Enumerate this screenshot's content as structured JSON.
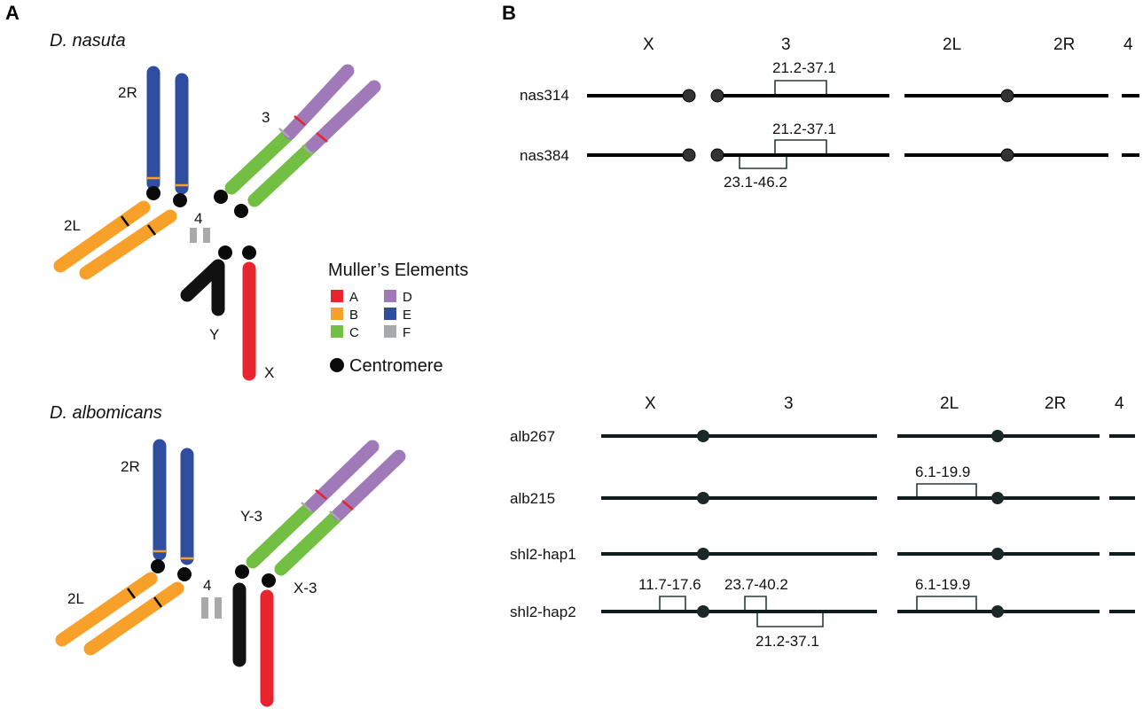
{
  "panels": {
    "a_label": "A",
    "b_label": "B"
  },
  "colors": {
    "A": "#e8252e",
    "B": "#f7a12a",
    "C": "#72bf44",
    "D": "#a07ab8",
    "E": "#2f4ea0",
    "F": "#a8a9ab",
    "Y": "#111111",
    "centromere": "#0a0a0a"
  },
  "panel_a": {
    "nasuta": {
      "species": "D. nasuta",
      "labels": {
        "arm_2R": "2R",
        "arm_2L": "2L",
        "arm_3": "3",
        "arm_4": "4",
        "arm_Y": "Y",
        "arm_X": "X"
      }
    },
    "albomicans": {
      "species": "D. albomicans",
      "labels": {
        "arm_2R": "2R",
        "arm_2L": "2L",
        "arm_Y3": "Y-3",
        "arm_4": "4",
        "arm_X3": "X-3"
      }
    },
    "legend": {
      "title": "Muller’s Elements",
      "items": [
        {
          "key": "A",
          "label": "A"
        },
        {
          "key": "B",
          "label": "B"
        },
        {
          "key": "C",
          "label": "C"
        },
        {
          "key": "D",
          "label": "D"
        },
        {
          "key": "E",
          "label": "E"
        },
        {
          "key": "F",
          "label": "F"
        }
      ],
      "centromere_label": "Centromere"
    }
  },
  "panel_b": {
    "nasuta": {
      "headers": {
        "x": "X",
        "c3": "3",
        "l2": "2L",
        "r2": "2R",
        "c4": "4"
      },
      "rows": [
        {
          "label": "nas314",
          "inversions": [
            "21.2-37.1"
          ]
        },
        {
          "label": "nas384",
          "inversions": [
            "21.2-37.1",
            "23.1-46.2"
          ]
        }
      ]
    },
    "albomicans": {
      "headers": {
        "x": "X",
        "c3": "3",
        "l2": "2L",
        "r2": "2R",
        "c4": "4"
      },
      "rows": [
        {
          "label": "alb267",
          "inversions": []
        },
        {
          "label": "alb215",
          "inversions": [
            "6.1-19.9"
          ]
        },
        {
          "label": "shl2-hap1",
          "inversions": []
        },
        {
          "label": "shl2-hap2",
          "inversions": [
            "11.7-17.6",
            "23.7-40.2",
            "21.2-37.1",
            "6.1-19.9"
          ]
        }
      ]
    }
  }
}
